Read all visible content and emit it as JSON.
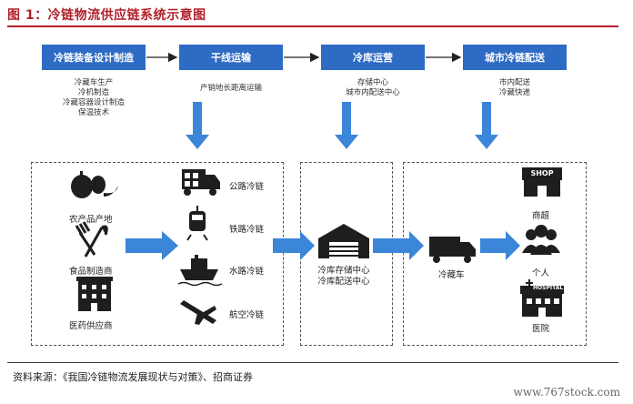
{
  "figure_title": "图 1：冷链物流供应链系统示意图",
  "stages": [
    {
      "label": "冷链装备设计制造",
      "desc": [
        "冷藏车生产",
        "冷机制造",
        "冷藏容器设计制造",
        "保温技术"
      ]
    },
    {
      "label": "干线运输",
      "desc": [
        "产销地长距离运输"
      ]
    },
    {
      "label": "冷库运营",
      "desc": [
        "存储中心",
        "城市内配送中心"
      ]
    },
    {
      "label": "城市冷链配送",
      "desc": [
        "市内配送",
        "冷藏快递"
      ]
    }
  ],
  "sources": [
    {
      "label": "农产品产地",
      "icon": "produce-icon"
    },
    {
      "label": "食品制造商",
      "icon": "fork-knife-icon"
    },
    {
      "label": "医药供应商",
      "icon": "building-icon"
    }
  ],
  "transport_modes": [
    {
      "label": "公路冷链",
      "icon": "truck-icon"
    },
    {
      "label": "铁路冷链",
      "icon": "train-icon"
    },
    {
      "label": "水路冷链",
      "icon": "ship-icon"
    },
    {
      "label": "航空冷链",
      "icon": "airplane-icon"
    }
  ],
  "warehouse": {
    "lines": [
      "冷库存储中心",
      "冷库配送中心"
    ],
    "icon": "warehouse-icon"
  },
  "vehicle": {
    "label": "冷藏车",
    "icon": "refrigerated-truck-icon"
  },
  "destinations": [
    {
      "label": "商超",
      "icon": "shop-icon",
      "sign": "SHOP"
    },
    {
      "label": "个人",
      "icon": "people-icon"
    },
    {
      "label": "医院",
      "icon": "hospital-icon",
      "sign": "HOSPITAL"
    }
  ],
  "source_note": "资料来源：《我国冷链物流发展现状与对策》、招商证券",
  "watermark": "www.767stock.com",
  "colors": {
    "stage_blue": "#2e6bc4",
    "arrow_blue": "#3b86d9",
    "title_red": "#b0202a",
    "icon_dark": "#1e1e1e"
  }
}
